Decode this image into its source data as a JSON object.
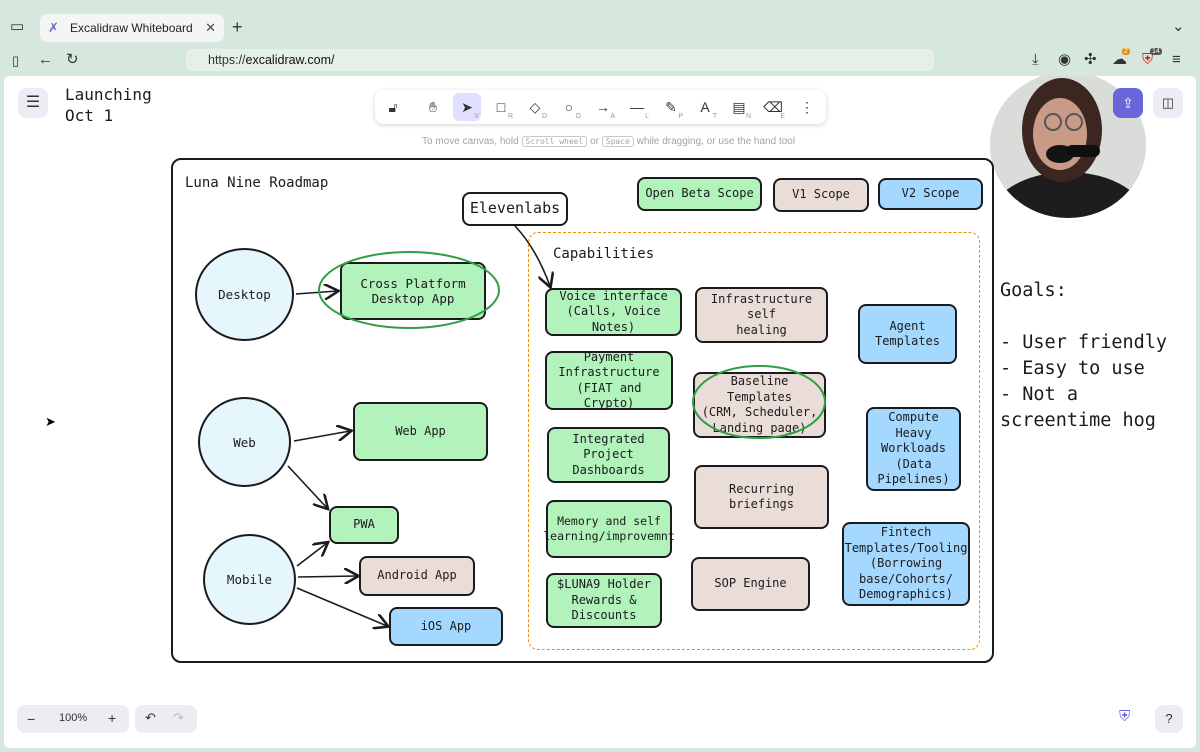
{
  "browser": {
    "tab_title": "Excalidraw Whiteboard",
    "url_prefix": "https://",
    "url_host": "excalidraw.com/",
    "downloads_badge": "2",
    "ext_badge": "14"
  },
  "canvas": {
    "launch_note": "Launching\nOct 1",
    "hint_pre": "To move canvas, hold",
    "hint_key1": "Scroll wheel",
    "hint_mid": "or",
    "hint_key2": "Space",
    "hint_post": "while dragging, or use the hand tool",
    "zoom": "100%"
  },
  "toolbar": {
    "keys": [
      "",
      "",
      "V",
      "R",
      "D",
      "O",
      "A",
      "L",
      "P",
      "T",
      "N",
      "E",
      ""
    ]
  },
  "roadmap": {
    "title": "Luna Nine Roadmap",
    "legend": {
      "open_beta": "Open Beta Scope",
      "v1": "V1 Scope",
      "v2": "V2 Scope"
    },
    "elevenlabs": "Elevenlabs",
    "platforms": {
      "desktop": "Desktop",
      "web": "Web",
      "mobile": "Mobile"
    },
    "apps": {
      "cross_platform": "Cross Platform\nDesktop App",
      "web_app": "Web App",
      "pwa": "PWA",
      "android": "Android App",
      "ios": "iOS App"
    },
    "capabilities": {
      "title": "Capabilities",
      "voice": "Voice interface\n(Calls, Voice Notes)",
      "payment": "Payment\nInfrastructure\n(FIAT and Crypto)",
      "dashboards": "Integrated\nProject\nDashboards",
      "memory": "Memory and self\nlearning/improvemnt",
      "rewards": "$LUNA9 Holder\nRewards &\nDiscounts",
      "infra_heal": "Infrastructure self\nhealing",
      "baseline": "Baseline Templates\n(CRM, Scheduler,\nLanding page)",
      "briefings": "Recurring briefings",
      "sop": "SOP Engine",
      "agent_templates": "Agent\nTemplates",
      "compute": "Compute\nHeavy\nWorkloads\n(Data\nPipelines)",
      "fintech": "Fintech\nTemplates/Tooling\n(Borrowing\nbase/Cohorts/\nDemographics)"
    },
    "goals": "Goals:\n\n- User friendly\n- Easy to use\n- Not a\nscreentime hog"
  },
  "colors": {
    "green": "#b2f2bb",
    "tan": "#eaddd7",
    "blue": "#a5d8ff",
    "accent": "#6965db"
  }
}
